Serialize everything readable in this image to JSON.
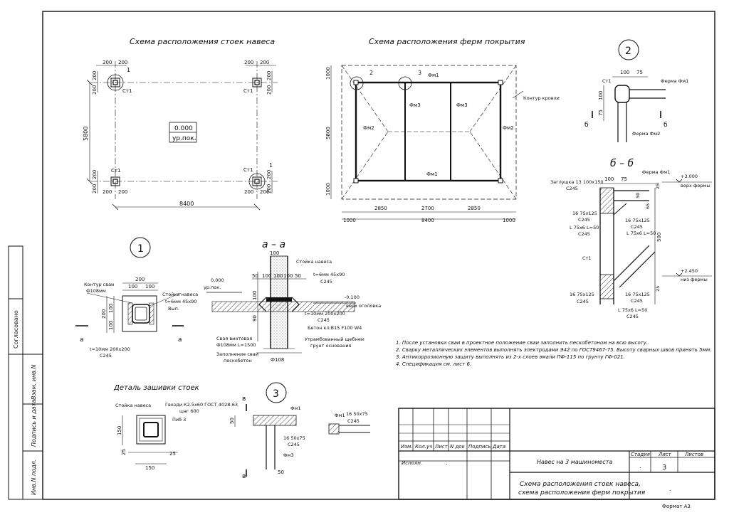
{
  "titles": {
    "posts_layout": "Схема расположения стоек навеса",
    "trusses_layout": "Схема расположения ферм покрытия",
    "detail_sheathing": "Деталь зашивки стоек"
  },
  "markers": {
    "n1": "1",
    "n2": "2",
    "n3": "3",
    "a": "а",
    "b": "б",
    "v": "в",
    "sec_aa": "а – а",
    "sec_bb": "б – б"
  },
  "posts": {
    "post_label": "Ст1",
    "dim_200": "200",
    "dim_5800": "5800",
    "dim_8400": "8400",
    "level_value": "0.000",
    "level_label": "ур.пок."
  },
  "trusses": {
    "fm1": "Фм1",
    "fm2": "Фм2",
    "fm3": "Фм3",
    "roof_outline": "Контур кровли",
    "d1000": "1000",
    "d5800": "5800",
    "d2850": "2850",
    "d2700": "2700",
    "d8400": "8400"
  },
  "node2": {
    "truss_fm1": "Ферма Фм1",
    "truss_fm2": "Ферма Фм2",
    "post": "Ст1",
    "d100": "100",
    "d75": "75"
  },
  "section_bb": {
    "plug": "Заглушка 13 100х150",
    "plug_steel": "С245",
    "truss": "Ферма Фм1",
    "d100": "100",
    "d75": "75",
    "d50": "50",
    "d25": "25",
    "d65": "65",
    "d500": "500",
    "lvl_top": "+3.000",
    "lvl_top_label": "верх фермы",
    "lvl_mid": "+2.450",
    "lvl_mid_label": "низ фермы",
    "gusset": "16 75х125",
    "gusset_steel": "С245",
    "angle": "L 75х6 L=50",
    "angle_steel": "С245",
    "angle2": "L 75х6 L=50",
    "post": "Ст1"
  },
  "detail1": {
    "pile_outline": "Контур сваи",
    "pile_dia": "Ф108мм",
    "post": "Стойка навеса",
    "weld": "t=6мм 45х90",
    "weld_sub": "Вып.",
    "plate": "t=10мм 200х200",
    "plate_steel": "С245",
    "d200": "200",
    "d100": "100"
  },
  "section_aa": {
    "post": "Стойка навеса",
    "weld": "t=6мм 45х90",
    "weld_steel": "С245",
    "level": "0.000",
    "level_label": "ур.пок.",
    "level2": "-0.100",
    "level2_label": "верх оголовка",
    "plate": "t=10мм 200х200",
    "plate_steel": "С245",
    "concrete": "Бетон кл.В15 F100 W4",
    "pile": "Свая винтовая",
    "pile_size": "Ф108мм L=1500",
    "fill": "Заполнение сваи",
    "fill2": "пескобетон",
    "gravel": "Утрамбованный щебнем",
    "gravel2": "грунт основания",
    "dia": "Ф108",
    "d100": "100",
    "d50": "50",
    "d90": "90"
  },
  "detail_sheath": {
    "post": "Стойка навеса",
    "nails": "Гвозди К2.5х60 ГОСТ 4028-63",
    "step": "шаг 600",
    "board": "Пиб 3",
    "d150": "150",
    "d25": "25"
  },
  "node3": {
    "fm1": "Фм1",
    "fm3": "Фм3",
    "plate": "16 50х75",
    "plate_steel": "С245",
    "d50": "50"
  },
  "notes": [
    "1. После установки сваи в проектное положение сваи заполнить пескобетоном на всю высоту.",
    "2. Сварку металлических элементов выполнять электродами Э42 по ГОСТ9467-75. Высоту сварных швов принять 5мм.",
    "3. Антикоррозионную защиту выполнять из 2-х слоев эмали ПФ-115 по грунту ГФ-021.",
    "4. Спецификация см. лист  6."
  ],
  "left_strip": {
    "agreed": "Согласовано",
    "inv_replace": "Взам. инв.N",
    "sign_date": "Подпись и дата",
    "inv_orig": "Инв.N подл."
  },
  "title_block": {
    "col_izm": "Изм.",
    "col_kol": "Кол.уч",
    "col_list": "Лист",
    "col_ndok": "N док",
    "col_podp": "Подпись",
    "col_data": "Дата",
    "ispoln": "Исполн.",
    "project": "Навес на 3 машиноместа",
    "stage_h": "Стадия",
    "sheet_h": "Лист",
    "sheets_h": "Листов",
    "sheet_no": "3",
    "dot": ".",
    "title1": "Схема расположения стоек навеса,",
    "title2": "схема расположения ферм покрытия",
    "format": "Формат  А3"
  }
}
